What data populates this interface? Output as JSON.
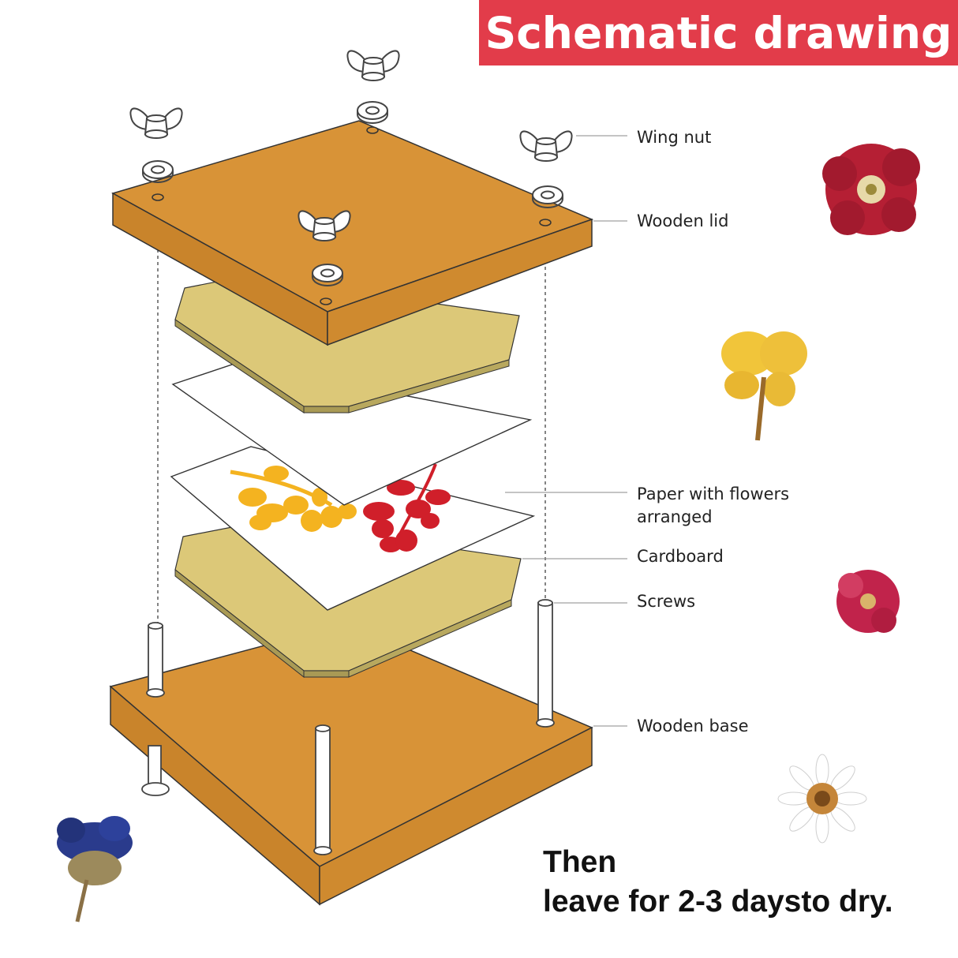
{
  "header": {
    "title": "Schematic drawing",
    "background_color": "#e23c4a"
  },
  "labels": {
    "wing_nut": "Wing nut",
    "wooden_lid": "Wooden lid",
    "paper_line1": "Paper with flowers",
    "paper_line2": "arranged",
    "cardboard": "Cardboard",
    "screws": "Screws",
    "wooden_base": "Wooden base"
  },
  "footer": {
    "line1": "Then",
    "line2": "leave for 2-3 daysto dry."
  },
  "colors": {
    "wood": "#d89337",
    "wood_side": "#c07d25",
    "cardboard": "#dcc878",
    "paper": "#ffffff",
    "leaf_yellow": "#f4b320",
    "leaf_red": "#d01f2a"
  },
  "icons": {
    "wing_nut": "wing-nut-icon",
    "washer": "washer-icon",
    "screw": "screw-icon",
    "flowers": [
      "red-flower-icon",
      "yellow-flower-icon",
      "pink-flower-icon",
      "white-daisy-icon",
      "blue-flower-icon"
    ]
  }
}
